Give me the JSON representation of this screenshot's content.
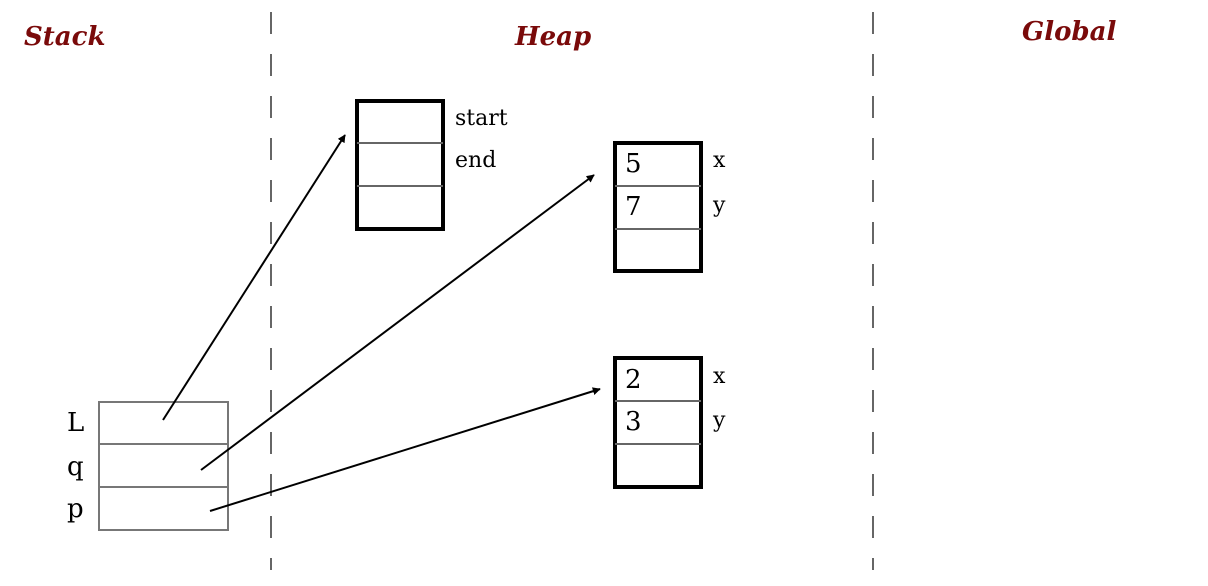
{
  "regions": {
    "stack": "Stack",
    "heap": "Heap",
    "global": "Global"
  },
  "stack_frame": {
    "variables": [
      "L",
      "q",
      "p"
    ]
  },
  "heap_objects": {
    "list": {
      "fields": [
        "start",
        "end"
      ]
    },
    "point_a": {
      "fields": [
        "x",
        "y"
      ],
      "values": [
        "5",
        "7"
      ]
    },
    "point_b": {
      "fields": [
        "x",
        "y"
      ],
      "values": [
        "2",
        "3"
      ]
    }
  },
  "pointers": [
    {
      "from": "L",
      "to": "list"
    },
    {
      "from": "q",
      "to": "point_a"
    },
    {
      "from": "p",
      "to": "point_b"
    }
  ]
}
